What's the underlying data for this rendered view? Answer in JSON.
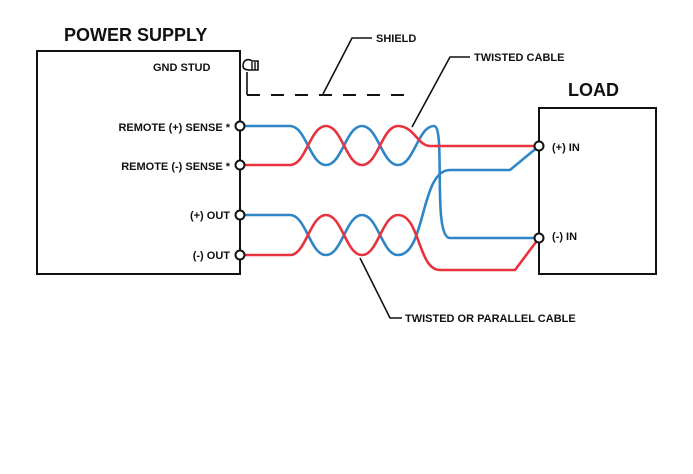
{
  "power_supply": {
    "title": "POWER SUPPLY",
    "gnd_stud": "GND STUD",
    "terminals": {
      "remote_plus_sense": "REMOTE (+) SENSE *",
      "remote_minus_sense": "REMOTE (-) SENSE *",
      "plus_out": "(+) OUT",
      "minus_out": "(-) OUT"
    }
  },
  "load": {
    "title": "LOAD",
    "terminals": {
      "plus_in": "(+) IN",
      "minus_in": "(-) IN"
    }
  },
  "callouts": {
    "shield": "SHIELD",
    "twisted_cable": "TWISTED CABLE",
    "twisted_or_parallel_cable": "TWISTED OR PARALLEL CABLE"
  },
  "colors": {
    "positive_wire": "#2f86c6",
    "negative_wire": "#e8323e",
    "outline": "#111111"
  }
}
